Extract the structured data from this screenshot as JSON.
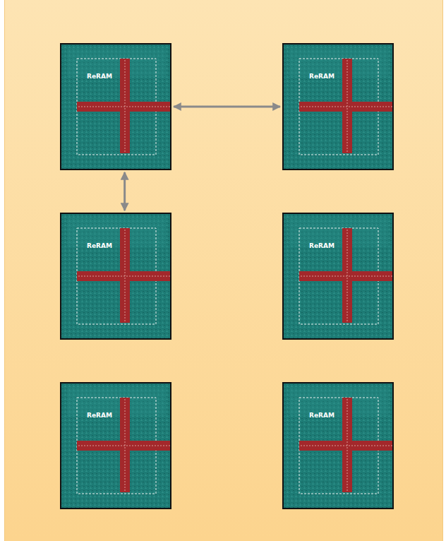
{
  "diagram": {
    "nodes": [
      {
        "text": [
          "ReRAM"
        ]
      },
      {
        "text": [
          "ReRAM"
        ]
      },
      {
        "text": [
          "ReRAM"
        ]
      },
      {
        "text": [
          "ReRAM"
        ]
      },
      {
        "text": [
          "ReRAM"
        ]
      },
      {
        "text": [
          "ReRAM"
        ]
      }
    ],
    "edges": [
      {
        "from": 0,
        "to": 1,
        "arrow": "both"
      },
      {
        "from": 0,
        "to": 2,
        "arrow": "both"
      }
    ]
  }
}
